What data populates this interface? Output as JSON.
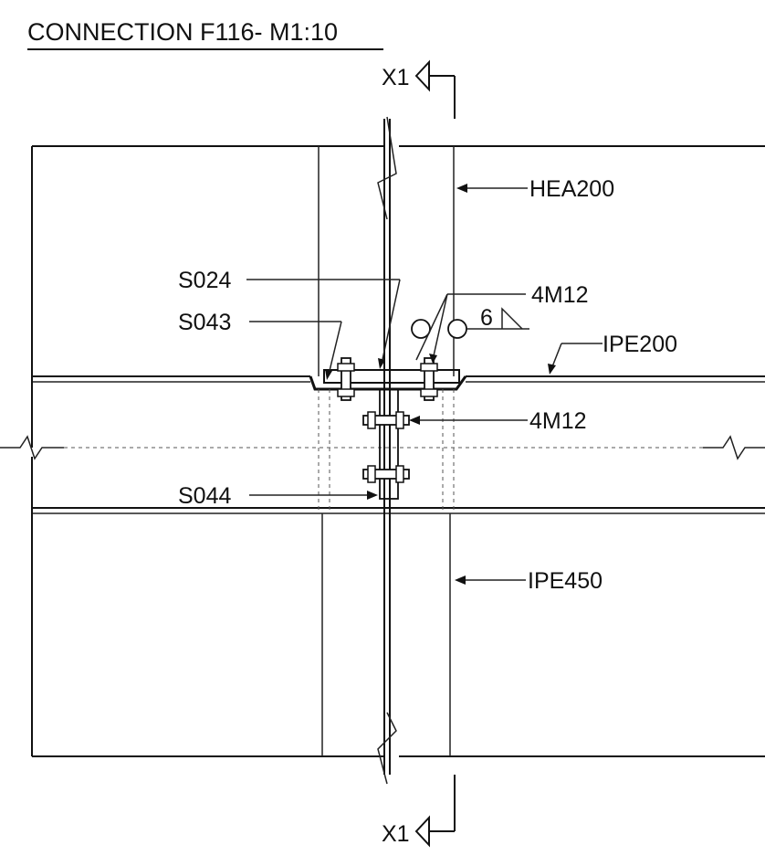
{
  "title": "CONNECTION F116- M1:10",
  "section_marks": {
    "top": "X1",
    "bottom": "X1"
  },
  "labels": {
    "hea200": "HEA200",
    "s024": "S024",
    "m12_upper": "4M12",
    "s043": "S043",
    "weld_size": "6",
    "ipe200": "IPE200",
    "m12_lower": "4M12",
    "s044": "S044",
    "ipe450": "IPE450"
  }
}
